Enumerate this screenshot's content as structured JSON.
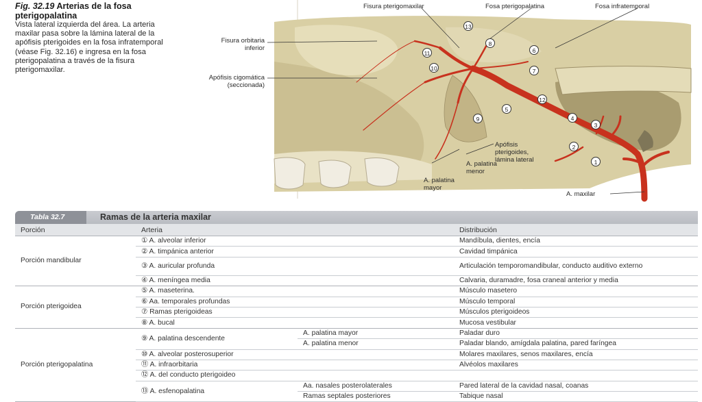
{
  "caption": {
    "fig_number": "Fig. 32.19",
    "fig_title_rest": "Arterias de la fosa pterigopalatina",
    "body": "Vista lateral izquierda del área. La arteria maxilar pasa sobre la lámina lateral de la apófisis pterigoides en la fosa infratemporal (véase Fig. 32.16) e ingresa en la fosa pterigopalatina a través de la fisura pterigomaxilar."
  },
  "figure": {
    "labels": {
      "fisura_pterigomaxilar": "Fisura pterigomaxilar",
      "fosa_pterigopalatina": "Fosa pterigopalatina",
      "fosa_infratemporal": "Fosa infratemporal",
      "fisura_orbitaria": "Fisura orbitaria\ninferior",
      "apofisis_cigomatica": "Apófisis cigomática\n(seccionada)",
      "apofisis_pterigoides": "Apófisis\npterigoides,\nlámina lateral",
      "a_palatina_menor": "A. palatina\nmenor",
      "a_palatina_mayor": "A. palatina\nmayor",
      "a_maxilar": "A. maxilar"
    },
    "numbers": [
      "1",
      "2",
      "3",
      "4",
      "5",
      "6",
      "7",
      "8",
      "9",
      "10",
      "11",
      "12",
      "13"
    ],
    "colors": {
      "bone": "#d9cfa4",
      "bone_dark": "#b6a77a",
      "artery": "#c8321e",
      "teeth": "#f1ede2"
    }
  },
  "table": {
    "tag": "Tabla 32.7",
    "title": "Ramas de la arteria maxilar",
    "headers": {
      "portion": "Porción",
      "artery": "Arteria",
      "distribution": "Distribución"
    },
    "portions": {
      "mandibular": "Porción mandibular",
      "pterigoidea": "Porción pterigoidea",
      "pterigopalatina": "Porción pterigopalatina"
    },
    "rows": [
      {
        "artery": "① A. alveolar inferior",
        "sub": "",
        "dist": "Mandíbula, dientes, encía"
      },
      {
        "artery": "② A. timpánica anterior",
        "sub": "",
        "dist": "Cavidad timpánica"
      },
      {
        "artery": "③ A. auricular profunda",
        "sub": "",
        "dist": "Articulación temporomandibular, conducto auditivo externo"
      },
      {
        "artery": "④ A. meníngea media",
        "sub": "",
        "dist": "Calvaria, duramadre, fosa craneal anterior y media"
      },
      {
        "artery": "⑤ A. maseterina.",
        "sub": "",
        "dist": "Músculo masetero"
      },
      {
        "artery": "⑥ Aa. temporales profundas",
        "sub": "",
        "dist": "Músculo temporal"
      },
      {
        "artery": "⑦ Ramas pterigoideas",
        "sub": "",
        "dist": "Músculos pterigoideos"
      },
      {
        "artery": "⑧ A. bucal",
        "sub": "",
        "dist": "Mucosa vestibular"
      },
      {
        "artery": "⑨ A. palatina descendente",
        "sub": "A. palatina mayor",
        "dist": "Paladar duro"
      },
      {
        "artery": "",
        "sub": "A. palatina menor",
        "dist": "Paladar blando, amígdala palatina, pared faríngea"
      },
      {
        "artery": "⑩ A. alveolar posterosuperior",
        "sub": "",
        "dist": "Molares maxilares, senos maxilares, encía"
      },
      {
        "artery": "⑪ A. infraorbitaria",
        "sub": "",
        "dist": "Alvéolos maxilares"
      },
      {
        "artery": "⑫ A. del conducto pterigoideo",
        "sub": "",
        "dist": ""
      },
      {
        "artery": "⑬ A. esfenopalatina",
        "sub": "Aa. nasales posterolaterales",
        "dist": "Pared lateral de la cavidad nasal, coanas"
      },
      {
        "artery": "",
        "sub": "Ramas septales posteriores",
        "dist": "Tabique nasal"
      }
    ]
  }
}
